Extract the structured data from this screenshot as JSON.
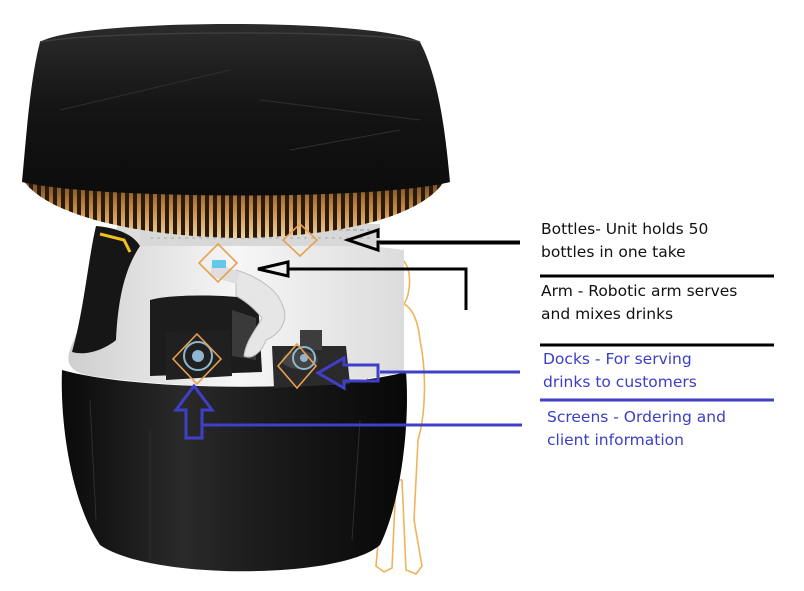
{
  "colors": {
    "black_arrow": "#000000",
    "blue_arrow": "#3f3fc8",
    "label_black": "#111111",
    "label_blue": "#3b3fc4",
    "marker_orange": "#e8a050",
    "body_black": "#141414",
    "copper_fins": "#b07a3c",
    "interior_white": "#ededed",
    "yellow_accent": "#f2c21b",
    "person_outline": "#f0b25c"
  },
  "annotations": [
    {
      "id": "bottles",
      "color": "black",
      "lines": [
        "Bottles- Unit holds 50",
        "bottles in one take"
      ]
    },
    {
      "id": "arm",
      "color": "black",
      "lines": [
        "Arm - Robotic arm serves",
        "and mixes drinks"
      ]
    },
    {
      "id": "docks",
      "color": "blue",
      "lines": [
        "Docks - For serving",
        "drinks to customers"
      ]
    },
    {
      "id": "screens",
      "color": "blue",
      "lines": [
        "Screens - Ordering and",
        "client information"
      ]
    }
  ]
}
